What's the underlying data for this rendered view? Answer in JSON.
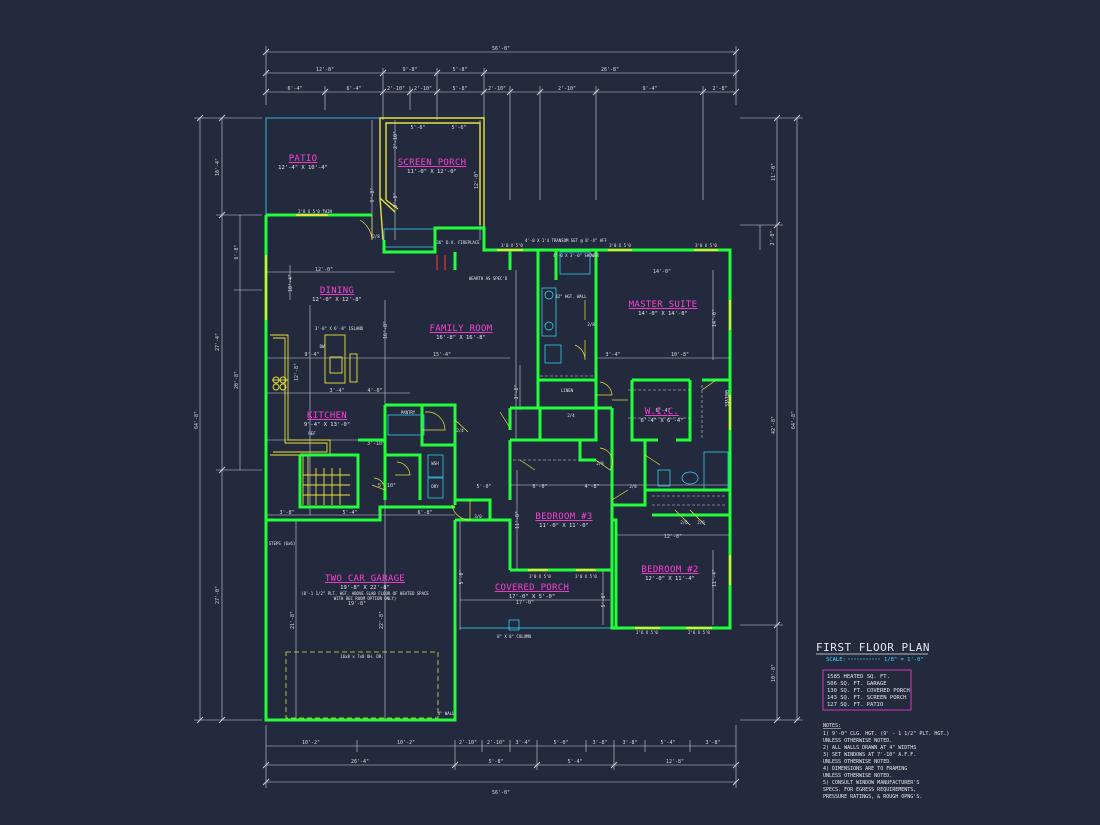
{
  "colors": {
    "background": "#232a3e",
    "walls": "#22ff3a",
    "dimensions": "#ffffff",
    "room_names": "#ff3fd6",
    "yellow_lines": "#e8e23a",
    "cyan_lines": "#34e0ff"
  },
  "title": {
    "main": "FIRST FLOOR PLAN",
    "scale_label": "SCALE:",
    "scale_value": "1/8\" = 1'-0\""
  },
  "legend": [
    "1585 HEATED SQ. FT.",
    "506 SQ. FT. GARAGE",
    "130 SQ. FT. COVERED PORCH",
    "143 SQ. FT. SCREEN PORCH",
    "127 SQ. FT. PATIO"
  ],
  "notes": {
    "heading": "NOTES:",
    "items": [
      "1)  9'-0\" CLG. HGT. (9' - 1 1/2\" PLT. HGT.)",
      "     UNLESS OTHERWISE NOTED.",
      "2)  ALL WALLS DRAWN AT 4\" WIDTHS",
      "3)  SET WINDOWS AT 7'-10\" A.F.F.",
      "     UNLESS OTHERWISE NOTED.",
      "4)  DIMENSIONS ARE TO FRAMING",
      "     UNLESS OTHERWISE NOTED.",
      "5)  CONSULT WINDOW MANUFACTURER'S",
      "     SPECS. FOR EGRESS REQUIREMENTS,",
      "     PRESSURE RATINGS, & ROUGH OPNG'S."
    ]
  },
  "rooms": {
    "patio": {
      "name": "PATIO",
      "size": "12'-4\" X 10'-4\""
    },
    "screen_porch": {
      "name": "SCREEN PORCH",
      "size": "11'-0\" X 12'-0\""
    },
    "dining": {
      "name": "DINING",
      "size": "12'-0\" X 12'-8\""
    },
    "family_room": {
      "name": "FAMILY ROOM",
      "size": "16'-8\" X 16'-8\""
    },
    "master_suite": {
      "name": "MASTER SUITE",
      "size": "14'-0\" X 14'-0\""
    },
    "kitchen": {
      "name": "KITCHEN",
      "size": "9'-4\" X 13'-0\""
    },
    "wic": {
      "name": "W.I.C.",
      "size": "6'-4\" X 6'-4\""
    },
    "bedroom3": {
      "name": "BEDROOM #3",
      "size": "11'-0\" X 11'-0\""
    },
    "bedroom2": {
      "name": "BEDROOM #2",
      "size": "12'-0\" X 11'-4\""
    },
    "garage": {
      "name": "TWO CAR GARAGE",
      "size": "19'-8\" X 22'-8\"",
      "note1": "(8'-1 1/2\" PLT. HGT. ABOVE SLAB FLOOR OF HEATED SPACE",
      "note2": "WITH REC ROOM OPTION ONLY)"
    },
    "covered_porch": {
      "name": "COVERED PORCH",
      "size": "17'-0\" X 5'-0\""
    }
  },
  "labels": {
    "garage_door": "16x8 x 7x8 OH. DR.",
    "column": "8\" X 8\" COLUMN",
    "steps": "STEPS (6x6)",
    "hearth": "HEARTH AS SPEC'D",
    "fireplace": "36\" D.V. FIREPLACE",
    "transom": "4'-0 X 1'4 TRANSOM SET @ 8'-4\" AFF",
    "shower": "4'-0 X 3'-0\" SHOWER",
    "vanity": "42\" HGT. WALL",
    "linen": "LINEN",
    "pantry": "PANTRY",
    "island": "3'-8\" X 6'-8\" ISLAND",
    "wash": "WSH",
    "dry": "DRY",
    "ref": "REF",
    "dw": "DW",
    "twin_window": "2'8 X 5'0 TWIN",
    "window_3050": "3'0 X 5'0",
    "window_2650": "2'6 X 5'0",
    "shelves": "SHELVES",
    "door_28": "2/8",
    "door_26": "2/6",
    "door_24": "2/4",
    "door_30": "3/0",
    "four_wall": "4\" WALL"
  },
  "dimensions": {
    "top_overall": "56'-0\"",
    "top_row1": [
      "12'-8\"",
      "9'-8\"",
      "5'-8\"",
      "26'-8\""
    ],
    "top_row2": [
      "6'-4\"",
      "6'-4\"",
      "2'-10\"",
      "2'-10\"",
      "5'-8\"",
      "2'-10\"",
      "2'-10\"",
      "9'-4\"",
      "2'-8\""
    ],
    "bottom_overall": "56'-0\"",
    "bottom_row1": [
      "26'-4\"",
      "5'-8\"",
      "5'-4\"",
      "12'-8\""
    ],
    "bottom_row2": [
      "10'-2\"",
      "10'-2\"",
      "2'-10\"",
      "2'-10\"",
      "3'-4\"",
      "5'-0\"",
      "3'-8\"",
      "3'-8\"",
      "5'-4\"",
      "3'-8\""
    ],
    "left_overall": "64'-8\"",
    "left_row": [
      "10'-4\"",
      "27'-4\"",
      "27'-0\""
    ],
    "left_inner": [
      "6'-8\"",
      "20'-8\""
    ],
    "right_overall": "64'-8\"",
    "right_row": [
      "11'-0\"",
      "42'-8\"",
      "10'-8\""
    ],
    "right_inner": [
      "2'-8\""
    ],
    "interior": {
      "dining_w": "12'-0\"",
      "kit_a": "9'-4\"",
      "kit_b": "3'-4\"",
      "kit_c": "4'-0\"",
      "fam_w": "15'-4\"",
      "mst_a": "3'-4\"",
      "mst_b": "10'-8\"",
      "mst_h": "14'-0\"",
      "mst_top": "14'-0\"",
      "gar_a": "3'-8\"",
      "gar_b": "5'-4\"",
      "gar_c": "6'-8\"",
      "gar_w": "19'-8\"",
      "gar_h": "22'-8\"",
      "gar_h2": "21'-8\"",
      "br3_a": "6'-0\"",
      "br3_b": "4'-8\"",
      "br2_w": "12'-0\"",
      "br2_h": "11'-4\"",
      "br3_h": "11'-0\"",
      "porch_w": "17'-0\"",
      "porch_h": "5'-0\"",
      "pat_h": "10'-4\"",
      "scr_a": "5'-6\"",
      "scr_b": "5'-6\"",
      "scr_h": "12'-0\"",
      "fam_h": "16'-8\"",
      "din_h": "12'-8\"",
      "wic_w": "6'-4\"",
      "hall": "3'-8\"",
      "sp1": "5'-0\"",
      "sp2": "3'-10\"",
      "sp3": "5'-10\"",
      "sp4": "9'-8\"",
      "sp5": "2'-10\"",
      "sp6": "9'-8\""
    }
  }
}
